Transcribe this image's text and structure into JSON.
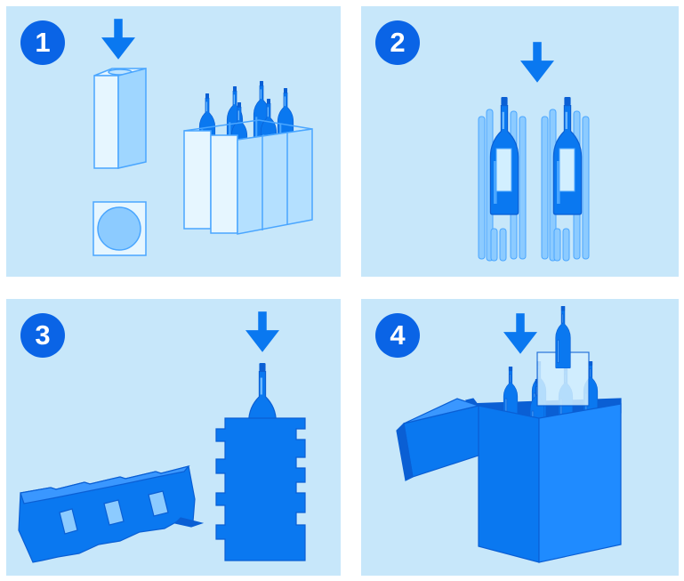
{
  "steps": [
    {
      "number": "1"
    },
    {
      "number": "2"
    },
    {
      "number": "3"
    },
    {
      "number": "4"
    }
  ],
  "colors": {
    "panel_background": "#c7e7fa",
    "badge": "#0a64e6",
    "arrow": "#0a78f0",
    "bottle": "#0a78f0",
    "pale_packaging": "#d2efff",
    "box": "#0a78f0"
  },
  "icons": [
    "down-arrow-icon",
    "wine-bottle-icon",
    "foam-sleeve-icon",
    "cardboard-insert-icon",
    "shipping-box-icon"
  ]
}
